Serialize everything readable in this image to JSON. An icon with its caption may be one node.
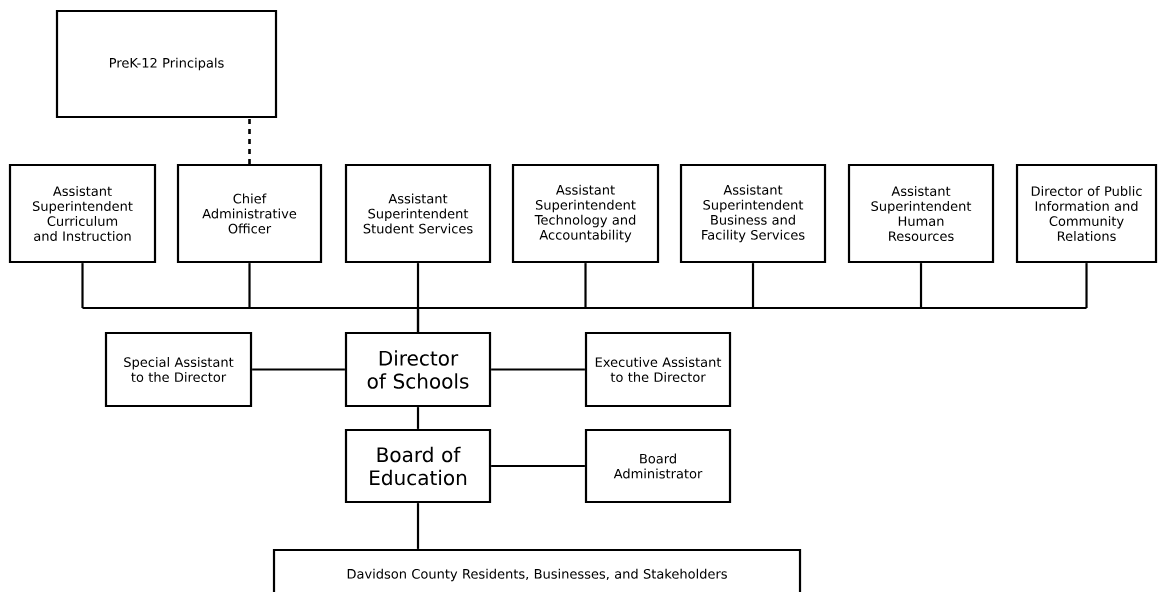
{
  "diagram": {
    "nodes": [
      {
        "text": [
          "PreK-12 Principals"
        ]
      },
      {
        "text": [
          "Assistant Superintendent Curriculum and Instruction"
        ]
      },
      {
        "text": [
          "Chief Administrative Officer"
        ]
      },
      {
        "text": [
          "Assistant Superintendent Student Services"
        ]
      },
      {
        "text": [
          "Assistant Superintendent Technology and Accountability"
        ]
      },
      {
        "text": [
          "Assistant Superintendent Business and Facility Services"
        ]
      },
      {
        "text": [
          "Assistant Superintendent Human Resources"
        ]
      },
      {
        "text": [
          "Director of Public Information and Community Relations"
        ]
      },
      {
        "text": [
          "Special Assistant to the Director"
        ]
      },
      {
        "text": [
          "Director of Schools"
        ]
      },
      {
        "text": [
          "Executive Assistant to the Director"
        ]
      },
      {
        "text": [
          "Board of Education"
        ]
      },
      {
        "text": [
          "Board Administrator"
        ]
      },
      {
        "text": [
          "Davidson County Residents, Businesses, and  Stakeholders"
        ]
      }
    ],
    "edges": [
      {
        "from": 2,
        "to": 0,
        "arrow": "none",
        "style": "dashed"
      },
      {
        "from": 9,
        "to": 1,
        "arrow": "none"
      },
      {
        "from": 9,
        "to": 2,
        "arrow": "none"
      },
      {
        "from": 9,
        "to": 3,
        "arrow": "none"
      },
      {
        "from": 9,
        "to": 4,
        "arrow": "none"
      },
      {
        "from": 9,
        "to": 5,
        "arrow": "none"
      },
      {
        "from": 9,
        "to": 6,
        "arrow": "none"
      },
      {
        "from": 9,
        "to": 7,
        "arrow": "none"
      },
      {
        "from": 8,
        "to": 9,
        "arrow": "none"
      },
      {
        "from": 9,
        "to": 10,
        "arrow": "none"
      },
      {
        "from": 9,
        "to": 11,
        "arrow": "none"
      },
      {
        "from": 11,
        "to": 12,
        "arrow": "none"
      },
      {
        "from": 11,
        "to": 13,
        "arrow": "none"
      }
    ]
  }
}
